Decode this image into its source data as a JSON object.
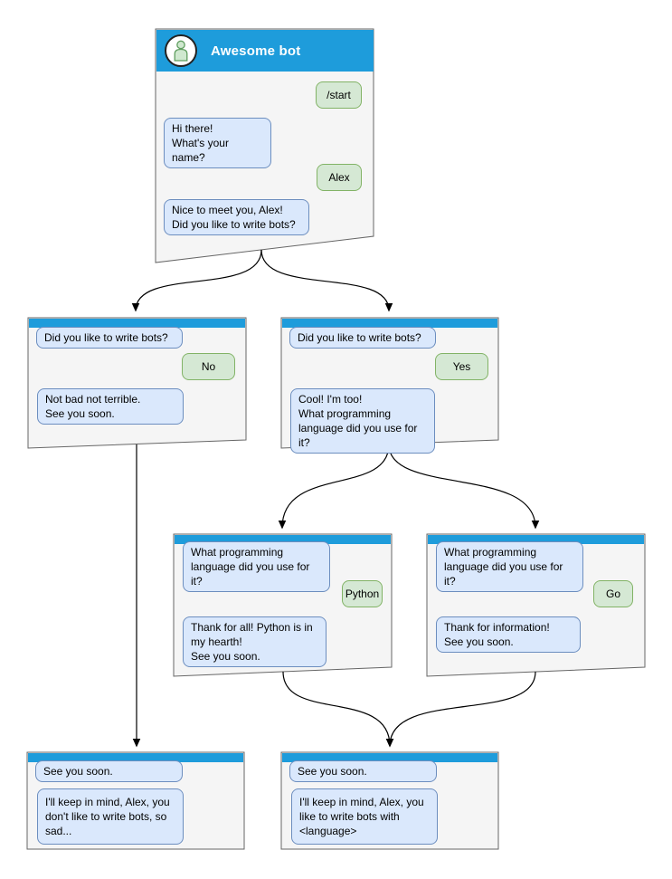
{
  "colors": {
    "header_blue": "#1E9CDB",
    "bot_bubble_fill": "#DAE8FC",
    "bot_bubble_border": "#6C8EBF",
    "user_bubble_fill": "#D5E8D4",
    "user_bubble_border": "#82B366",
    "panel_fill": "#F5F5F5",
    "panel_border": "#666666",
    "connector": "#000000"
  },
  "root": {
    "title": "Awesome bot",
    "start_command": "/start",
    "greeting": "Hi there!\nWhat's your name?",
    "user_name": "Alex",
    "ask_bots": "Nice to meet you, Alex!\nDid you like to write bots?"
  },
  "no_branch": {
    "question": "Did you like to write bots?",
    "answer": "No",
    "reply": "Not bad not terrible.\nSee you soon."
  },
  "yes_branch": {
    "question": "Did you like to write bots?",
    "answer": "Yes",
    "reply": "Cool! I'm too!\nWhat programming\nlanguage did you use for it?"
  },
  "python_branch": {
    "question": "What programming\nlanguage did you use for it?",
    "answer": "Python",
    "reply": "Thank for all! Python is in\nmy hearth!\nSee you soon."
  },
  "go_branch": {
    "question": "What programming\nlanguage did you use for it?",
    "answer": "Go",
    "reply": "Thank for information!\nSee you soon."
  },
  "end_no": {
    "question": "See you soon.",
    "reply": "I'll keep in mind, Alex, you\ndon't like to write bots, so\nsad..."
  },
  "end_yes": {
    "question": "See you soon.",
    "reply": "I'll keep in mind, Alex, you\nlike to write bots with\n<language>"
  }
}
